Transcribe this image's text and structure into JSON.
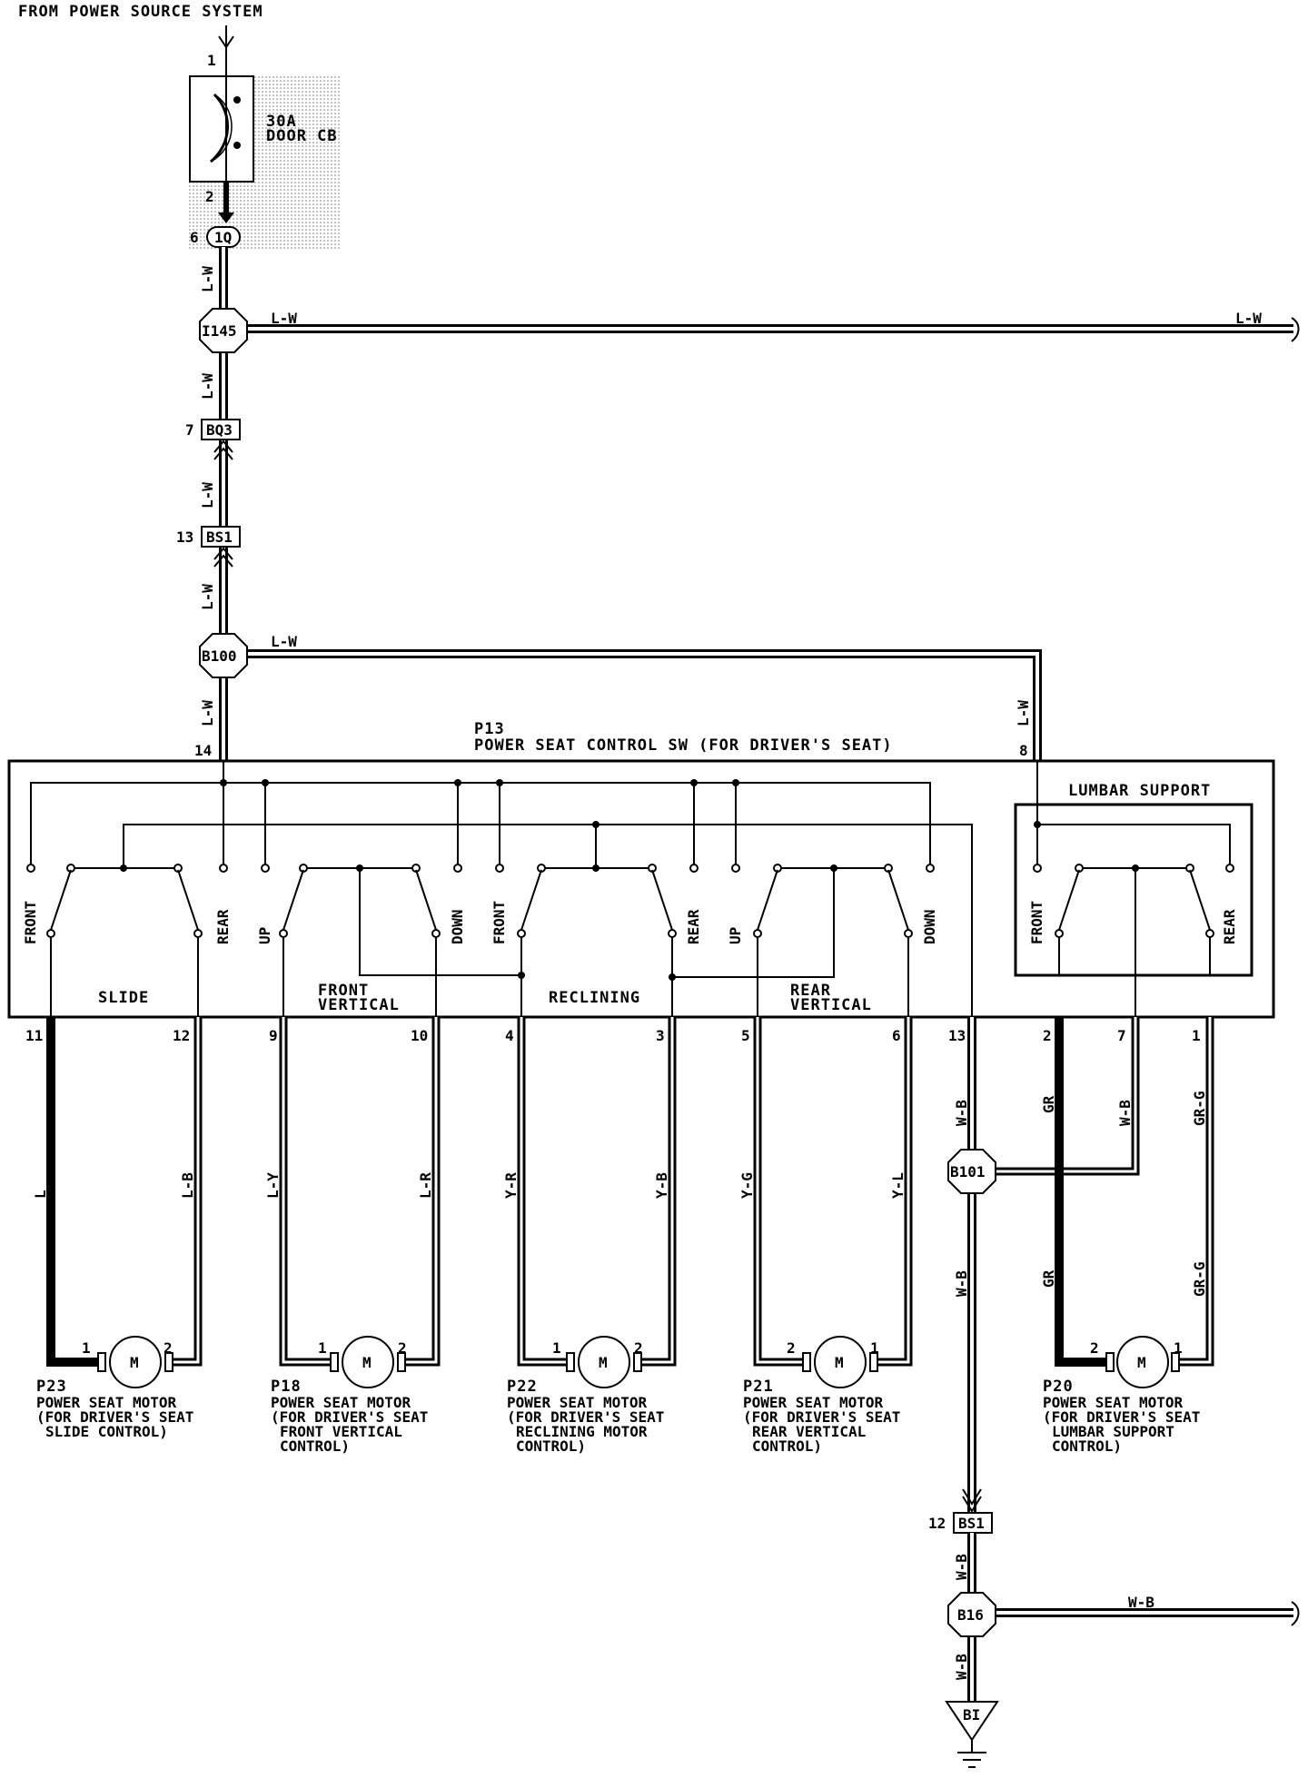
{
  "source": {
    "label": "FROM POWER SOURCE SYSTEM",
    "pin_in": "1",
    "pin_out": "2"
  },
  "breaker": {
    "line1": "30A",
    "line2": "DOOR CB"
  },
  "connectors": {
    "c1q": {
      "id": "1Q",
      "pin": "6"
    },
    "i145": {
      "id": "I145"
    },
    "bq3": {
      "id": "BQ3",
      "pin": "7"
    },
    "bs1_top": {
      "id": "BS1",
      "pin": "13"
    },
    "b100": {
      "id": "B100"
    },
    "b101": {
      "id": "B101"
    },
    "bs1_bottom": {
      "id": "BS1",
      "pin": "12"
    },
    "b16": {
      "id": "B16"
    },
    "ground": {
      "id": "BI"
    }
  },
  "wires": {
    "lw": "L-W",
    "wb": "W-B",
    "l": "L",
    "lb": "L-B",
    "ly": "L-Y",
    "lr": "L-R",
    "yr": "Y-R",
    "yb": "Y-B",
    "yg": "Y-G",
    "yl": "Y-L",
    "gr": "GR",
    "grg": "GR-G"
  },
  "switch": {
    "id": "P13",
    "title": "POWER SEAT CONTROL SW (FOR DRIVER'S SEAT)",
    "pin_left": "14",
    "pin_right": "8",
    "lumbar_title": "LUMBAR SUPPORT",
    "groups": {
      "slide": "SLIDE",
      "front_vertical_1": "FRONT",
      "front_vertical_2": "VERTICAL",
      "reclining": "RECLINING",
      "rear_vertical_1": "REAR",
      "rear_vertical_2": "VERTICAL"
    },
    "positions": {
      "front": "FRONT",
      "rear": "REAR",
      "up": "UP",
      "down": "DOWN"
    },
    "pins": [
      "11",
      "12",
      "9",
      "10",
      "4",
      "3",
      "5",
      "6",
      "13",
      "2",
      "7",
      "1"
    ]
  },
  "motors": [
    {
      "id": "P23",
      "line1": "POWER SEAT MOTOR",
      "line2": "(FOR DRIVER'S SEAT",
      "line3": "SLIDE CONTROL)",
      "line4": "",
      "pin_left": "1",
      "pin_right": "2"
    },
    {
      "id": "P18",
      "line1": "POWER SEAT MOTOR",
      "line2": "(FOR DRIVER'S SEAT",
      "line3": "FRONT VERTICAL",
      "line4": "CONTROL)",
      "pin_left": "1",
      "pin_right": "2"
    },
    {
      "id": "P22",
      "line1": "POWER SEAT MOTOR",
      "line2": "(FOR DRIVER'S SEAT",
      "line3": "RECLINING MOTOR",
      "line4": "CONTROL)",
      "pin_left": "1",
      "pin_right": "2"
    },
    {
      "id": "P21",
      "line1": "POWER SEAT MOTOR",
      "line2": "(FOR DRIVER'S SEAT",
      "line3": "REAR VERTICAL",
      "line4": "CONTROL)",
      "pin_left": "2",
      "pin_right": "1"
    },
    {
      "id": "P20",
      "line1": "POWER SEAT MOTOR",
      "line2": "(FOR DRIVER'S SEAT",
      "line3": "LUMBAR SUPPORT",
      "line4": "CONTROL)",
      "pin_left": "2",
      "pin_right": "1"
    }
  ],
  "motor_symbol": "M"
}
